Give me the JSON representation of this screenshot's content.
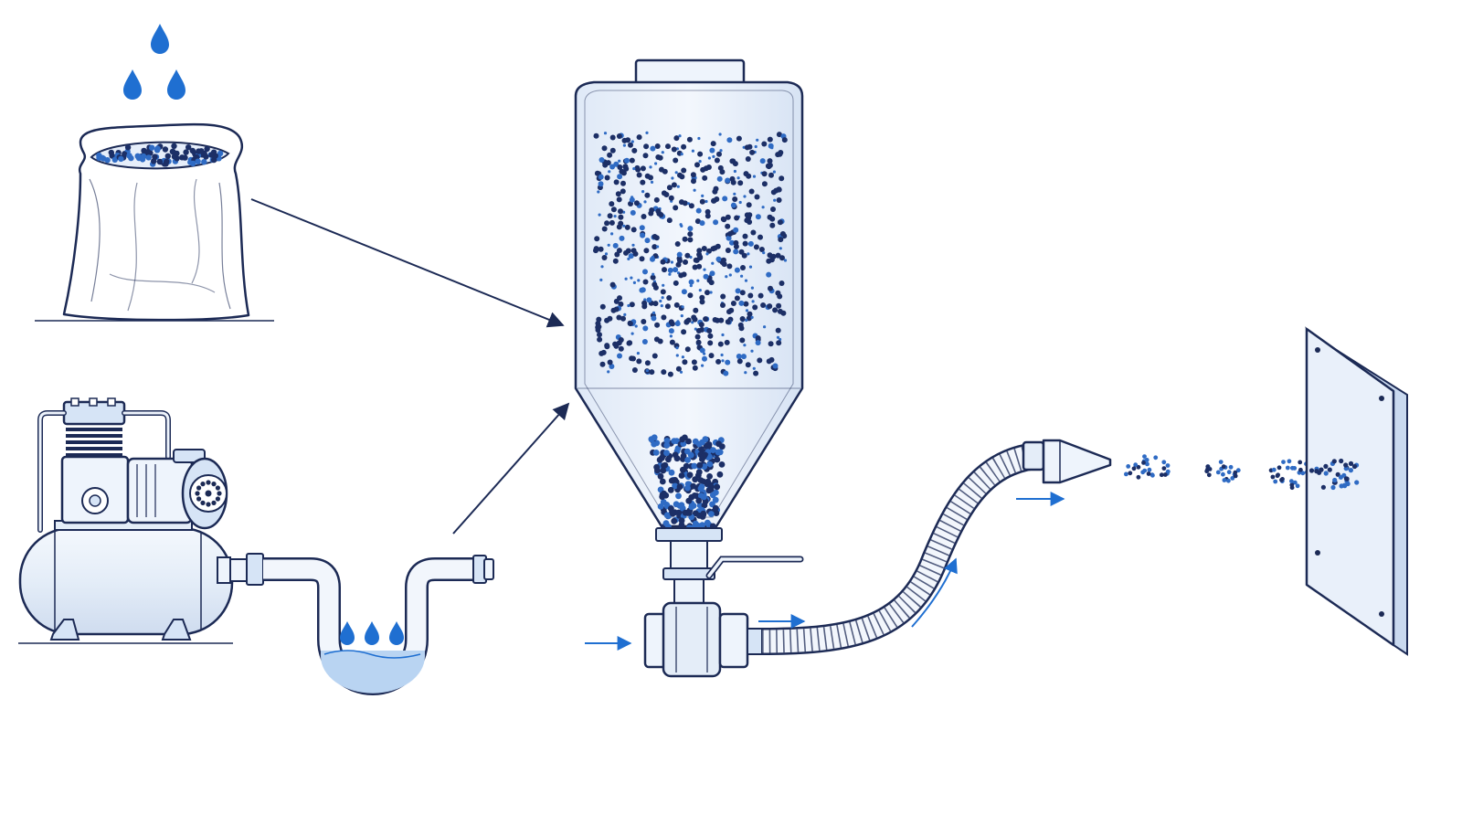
{
  "diagram": {
    "colors": {
      "background": "#ffffff",
      "outline": "#1c2a55",
      "accent": "#1f6fd1",
      "fill_light": "#eaf1fb",
      "fill_mid": "#d6e4f6",
      "water": "#b9d4f2",
      "pellet_dark": "#1c2f66",
      "pellet_blue": "#2f6bc4"
    },
    "components": [
      {
        "id": "media-sack",
        "icon": "sack-of-pellets-icon"
      },
      {
        "id": "moisture-drops",
        "icon": "water-drop-icon"
      },
      {
        "id": "air-compressor",
        "icon": "air-compressor-icon"
      },
      {
        "id": "moisture-trap",
        "icon": "u-pipe-water-trap-icon"
      },
      {
        "id": "blast-pot-hopper",
        "icon": "hopper-tank-icon"
      },
      {
        "id": "metering-valve",
        "icon": "ball-valve-icon"
      },
      {
        "id": "blast-hose",
        "icon": "flexible-hose-icon"
      },
      {
        "id": "nozzle",
        "icon": "blast-nozzle-icon"
      },
      {
        "id": "media-stream",
        "icon": "pellet-stream-icon"
      },
      {
        "id": "target-surface",
        "icon": "panel-icon"
      }
    ],
    "connections": [
      {
        "from": "media-sack",
        "to": "blast-pot-hopper"
      },
      {
        "from": "moisture-trap",
        "to": "blast-pot-hopper"
      },
      {
        "from": "metering-valve",
        "to": "blast-hose"
      },
      {
        "from": "blast-hose",
        "to": "nozzle"
      }
    ]
  }
}
